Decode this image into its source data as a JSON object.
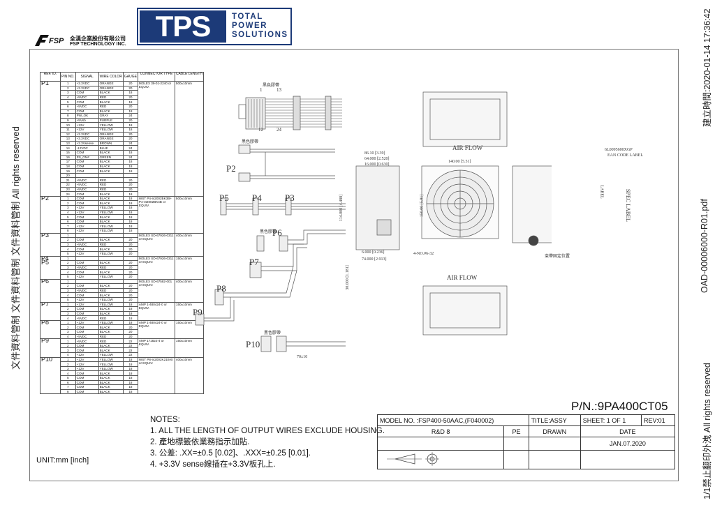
{
  "watermark_left": "文件資料管制 文件資料管制 文件資料管制 All rights reserved",
  "timestamp": "建立時間:2020-01-14 17:36:42",
  "filename": "OAD-00006000-R01.pdf",
  "bottom_right": "1/1禁止翻印外洩 All rights reserved",
  "logo": {
    "tps": "TPS",
    "words": [
      "TOTAL",
      "POWER",
      "SOLUTIONS"
    ],
    "fsp_mark": "FSP",
    "fsp_cn": "全漢企業股份有限公司",
    "fsp_en": "FSP TECHNOLOGY INC."
  },
  "table_headers": [
    "REF. ID.",
    "PIN NO.",
    "SIGNAL",
    "WIRE COLOR",
    "GAUGE",
    "CONNECTOR TYPE",
    "CABLE LENGTH"
  ],
  "connectors": [
    {
      "ref": "P1",
      "type": "MOLEX 39-01-2240 or EQUIV.",
      "length": "500±10mm",
      "pins": [
        [
          "1",
          "+3.3VDC",
          "ORANGE",
          "20"
        ],
        [
          "2",
          "+3.3VDC",
          "ORANGE",
          "20"
        ],
        [
          "3",
          "COM",
          "BLACK",
          "18"
        ],
        [
          "4",
          "+5VDC",
          "RED",
          "20"
        ],
        [
          "5",
          "COM",
          "BLACK",
          "18"
        ],
        [
          "6",
          "+5VDC",
          "RED",
          "20"
        ],
        [
          "7",
          "COM",
          "BLACK",
          "18"
        ],
        [
          "8",
          "PW_OK",
          "GRAY",
          "24"
        ],
        [
          "9",
          "+5Vsb",
          "PURPLE",
          "20"
        ],
        [
          "10",
          "+12V",
          "YELLOW",
          "18"
        ],
        [
          "11",
          "+12V",
          "YELLOW",
          "18"
        ],
        [
          "12",
          "+3.3VDC",
          "ORANGE",
          "20"
        ],
        [
          "13",
          "+3.3VDC",
          "ORANGE",
          "20"
        ],
        [
          "13",
          "+3.3Vsense",
          "BROWN",
          "24"
        ],
        [
          "14",
          "-12VDC",
          "BLUE",
          "24"
        ],
        [
          "15",
          "COM",
          "BLACK",
          "18"
        ],
        [
          "16",
          "PS_ON#",
          "GREEN",
          "24"
        ],
        [
          "17",
          "COM",
          "BLACK",
          "18"
        ],
        [
          "18",
          "COM",
          "BLACK",
          "18"
        ],
        [
          "19",
          "COM",
          "BLACK",
          "18"
        ],
        [
          "20",
          "",
          "",
          ""
        ],
        [
          "21",
          "+5VDC",
          "RED",
          "20"
        ],
        [
          "22",
          "+5VDC",
          "RED",
          "20"
        ],
        [
          "23",
          "+5VDC",
          "RED",
          "20"
        ],
        [
          "24",
          "COM",
          "BLACK",
          "18"
        ]
      ]
    },
    {
      "ref": "P2",
      "type": "WST P4-I42002BK3B+ P4-I42002BK4B or EQUIV.",
      "length": "500±10mm",
      "pins": [
        [
          "1",
          "COM",
          "BLACK",
          "18"
        ],
        [
          "2",
          "COM",
          "BLACK",
          "18"
        ],
        [
          "3",
          "+12V",
          "YELLOW",
          "18"
        ],
        [
          "4",
          "+12V",
          "YELLOW",
          "18"
        ],
        [
          "5",
          "COM",
          "BLACK",
          "18"
        ],
        [
          "6",
          "COM",
          "BLACK",
          "18"
        ],
        [
          "7",
          "+12V",
          "YELLOW",
          "18"
        ],
        [
          "8",
          "+12V",
          "YELLOW",
          "18"
        ]
      ]
    },
    {
      "ref": "P3",
      "type": "MOLEX SD-67926-0311 or EQUIV.",
      "length": "400±10mm",
      "pins": [
        [
          "1",
          "",
          "",
          ""
        ],
        [
          "2",
          "COM",
          "BLACK",
          "20"
        ],
        [
          "3",
          "+5VDC",
          "RED",
          "20"
        ],
        [
          "4",
          "COM",
          "BLACK",
          "20"
        ],
        [
          "5",
          "+12V",
          "YELLOW",
          "20"
        ]
      ]
    },
    {
      "ref": "P4",
      "type": "MOLEX SD-67926-0311 or EQUIV.",
      "length": "150±10mm",
      "pins": [
        [
          "1",
          "",
          "",
          ""
        ],
        [
          "2",
          "COM",
          "BLACK",
          "20"
        ],
        [
          "3",
          "+5VDC",
          "RED",
          "20"
        ],
        [
          "4",
          "COM",
          "BLACK",
          "20"
        ],
        [
          "5",
          "+12V",
          "YELLOW",
          "20"
        ]
      ]
    },
    {
      "ref": "P6",
      "type": "MOLEX SD-67582-001 or EQUIV.",
      "length": "400±10mm",
      "pins": [
        [
          "1",
          "",
          "",
          ""
        ],
        [
          "2",
          "COM",
          "BLACK",
          "20"
        ],
        [
          "3",
          "+5VDC",
          "RED",
          "20"
        ],
        [
          "4",
          "COM",
          "BLACK",
          "20"
        ],
        [
          "5",
          "+12V",
          "YELLOW",
          "20"
        ]
      ]
    },
    {
      "ref": "P7",
      "type": "AMP 1-480424-0 or EQUIV.",
      "length": "150±10mm",
      "pins": [
        [
          "1",
          "+12V",
          "YELLOW",
          "18"
        ],
        [
          "2",
          "COM",
          "BLACK",
          "18"
        ],
        [
          "3",
          "COM",
          "BLACK",
          "18"
        ],
        [
          "4",
          "+5VDC",
          "RED",
          "18"
        ]
      ]
    },
    {
      "ref": "P8",
      "type": "AMP 1-480424-0 or EQUIV.",
      "length": "150±10mm",
      "pins": [
        [
          "1",
          "+12V",
          "YELLOW",
          "18"
        ],
        [
          "2",
          "COM",
          "BLACK",
          "20"
        ],
        [
          "3",
          "COM",
          "BLACK",
          "20"
        ],
        [
          "4",
          "+5VDC",
          "RED",
          "20"
        ]
      ]
    },
    {
      "ref": "P9",
      "type": "AMP 171822-4 or EQUIV.",
      "length": "150±10mm",
      "pins": [
        [
          "1",
          "+5VDC",
          "RED",
          "22"
        ],
        [
          "2",
          "COM",
          "BLACK",
          "22"
        ],
        [
          "3",
          "COM",
          "BLACK",
          "22"
        ],
        [
          "4",
          "+12V",
          "YELLOW",
          "22"
        ]
      ]
    },
    {
      "ref": "P10",
      "type": "WST P8-I42002K21B-B or EQUIV.",
      "length": "400±10mm",
      "pins": [
        [
          "1",
          "+12V",
          "YELLOW",
          "18"
        ],
        [
          "2",
          "+12V",
          "YELLOW",
          "18"
        ],
        [
          "3",
          "+12V",
          "YELLOW",
          "18"
        ],
        [
          "4",
          "COM",
          "BLACK",
          "18"
        ],
        [
          "5",
          "COM",
          "BLACK",
          "18"
        ],
        [
          "6",
          "COM",
          "BLACK",
          "18"
        ],
        [
          "7",
          "COM",
          "BLACK",
          "18"
        ],
        [
          "8",
          "COM",
          "BLACK",
          "18"
        ]
      ]
    }
  ],
  "p5_ref": "P5",
  "drawing": {
    "connector_labels": [
      "P2",
      "P5",
      "P4",
      "P3",
      "P6",
      "P7",
      "P8",
      "P9",
      "P10"
    ],
    "pin_1": "1",
    "pin_13": "13",
    "pin_12": "12",
    "pin_24": "24",
    "black_tape": "黑色膠帶",
    "air_flow": "AIR FLOW",
    "dims": [
      "86.10 [3.39]",
      "64.000 [2.520]",
      "16.000 [0.630]",
      "140.00 [5.51]",
      "150.00 [5.91]",
      "114.000 [4.488]",
      "6.000 [0.236]",
      "74.000 [2.913]",
      "30.000 [1.181]",
      "4-NO.#6-32",
      "70±10"
    ],
    "label_code": "6L0095600XGP",
    "ean_label": "EAN CODE LABEL",
    "label_word": "LABEL",
    "spec_label": "SPEC LABEL",
    "fix_pos": "束帶固定位置"
  },
  "part_number": "P/N.:9PA400CT05",
  "notes_title": "NOTES:",
  "notes": [
    "1. ALL THE LENGTH OF OUTPUT WIRES EXCLUDE HOUSING.",
    "2. 產地標籤依業務指示加貼.",
    "3. 公差: .XX=±0.5 [0.02]、.XXX=±0.25 [0.01].",
    "4. +3.3V sense線插在+3.3V板孔上."
  ],
  "unit": "UNIT:mm [inch]",
  "title_block": {
    "model": "MODEL NO. :FSP400-50AAC,(F040002)",
    "title": "TITLE:ASSY",
    "sheet": "SHEET: 1 OF 1",
    "rev": "REV:01",
    "rd": "R&D 8",
    "pe": "PE",
    "drawn": "DRAWN",
    "date_label": "DATE",
    "date": "JAN.07.2020"
  }
}
